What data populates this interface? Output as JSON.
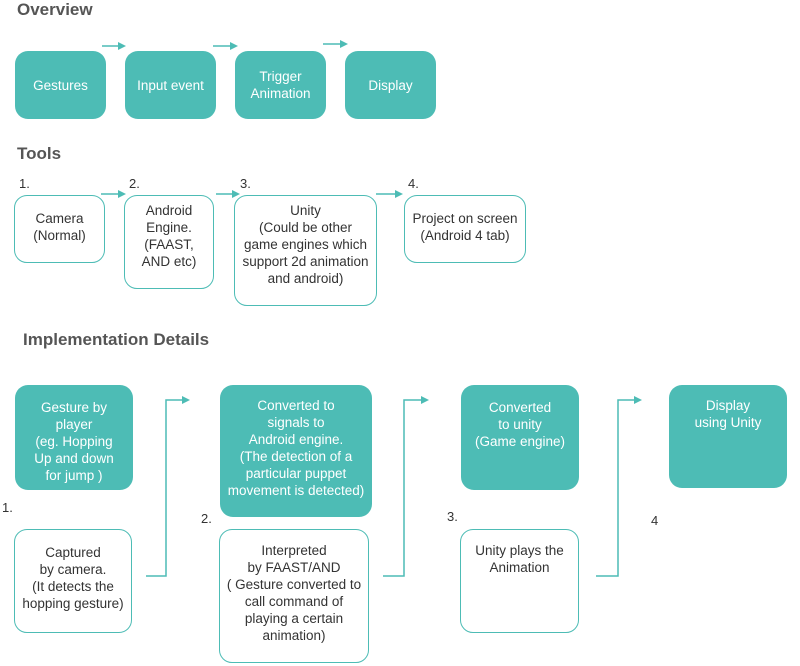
{
  "overview": {
    "heading": "Overview",
    "boxes": [
      "Gestures",
      "Input event",
      "Trigger\nAnimation",
      "Display"
    ]
  },
  "tools": {
    "heading": "Tools",
    "numbers": [
      "1.",
      "2.",
      "3.",
      "4."
    ],
    "boxes": [
      "Camera\n(Normal)",
      "Android\nEngine.\n(FAAST,\nAND etc)",
      "Unity\n(Could be other\ngame engines which\nsupport 2d animation\nand android)",
      "Project on screen\n(Android 4 tab)"
    ]
  },
  "implementation": {
    "heading": "Implementation Details",
    "numbers": [
      "1.",
      "2.",
      "3.",
      "4"
    ],
    "top_boxes": [
      "Gesture by\nplayer\n(eg. Hopping\nUp and down\nfor jump )",
      "Converted to\nsignals to\nAndroid engine.\n(The detection of a\nparticular puppet\nmovement is detected)",
      "Converted\nto unity\n(Game engine)",
      "Display\nusing Unity"
    ],
    "bottom_boxes": [
      "Captured\nby camera.\n(It detects the\nhopping gesture)",
      "Interpreted\nby FAAST/AND\n( Gesture converted to\ncall command  of\nplaying a certain\nanimation)",
      "Unity plays the\nAnimation"
    ]
  },
  "colors": {
    "accent": "#4dbcb5",
    "heading": "#555555",
    "text": "#333333"
  }
}
